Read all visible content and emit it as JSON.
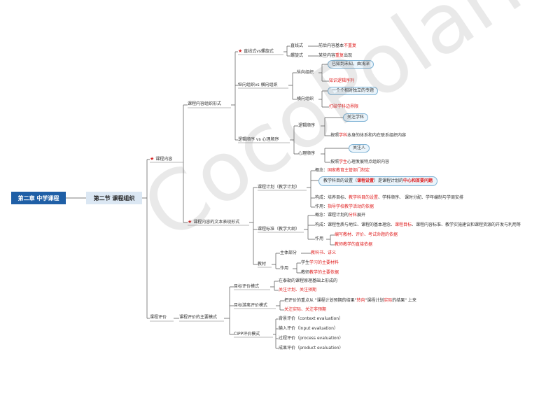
{
  "root": "第二章 中学课程",
  "section": "第二节 课程组织",
  "nodes": {
    "kc_nr": "课程内容",
    "kc_nr_zzxs": "课程内容组织形式",
    "zxs_lxs": "直线式vs螺旋式",
    "zxs": "直线式",
    "zxs_d": "前后内容基本",
    "zxs_r": "不重复",
    "lxs": "螺旋式",
    "lxs_d": "某些内容",
    "lxs_r": "重复",
    "lxs_d2": "出现",
    "zxzz": "纵向组织vs 横向组织",
    "zxzz1": "纵向组织",
    "zx_b": "已知到未知，由浅深",
    "zx_r": "知识逻辑序列",
    "hxzz": "横向组织",
    "hx_b": "一个个相对独立的专题",
    "hx_r": "打破学科边界限",
    "ljsx": "逻辑顺序 vs 心理顺序",
    "ljsx1": "逻辑顺序",
    "lj_b": "关注学科",
    "lj_d1": "按照",
    "lj_r": "学科",
    "lj_d2": "本身的体系和内在联系组织内容",
    "xlsx": "心理顺序",
    "xl_b": "关注人",
    "xl_d1": "按照",
    "xl_r": "学生",
    "xl_d2": "心理发展特点组织内容",
    "wbbx": "课程内容的文本表现形式",
    "kcjh": "课程计划（教学计划）",
    "gn": "概念：",
    "gn_r": "国家教育主管部门制定",
    "jxjh_b1": "教学科目的设置（",
    "jxjh_r1": "课程设置",
    "jxjh_b2": "）是课程计划的",
    "jxjh_r2": "中心和首要问题",
    "gc": "构成：培养目标、",
    "gc_r": "教学科目的设置",
    "gc_d": "、学科顺序、 课时分配、学年编制与学周安排",
    "zy": "作用：",
    "zy_r": "指导学校教学活动的依据",
    "kcbz": "课程标准（教学大纲）",
    "bz_gn": "概念：课程计划的",
    "bz_gn_r": "分科",
    "bz_gn_d": "展开",
    "bz_gc": "构成：课程性质与地位、课程的基本理念、",
    "bz_gc_r": "课程目标",
    "bz_gc_d": "、课程内容标准、教学实施建议和课程资源的开发与利用等",
    "bz_zy": "作用",
    "bz_zy1": "编写教材、评价、考试命题的依据",
    "bz_zy2": "教师教学的直接依据",
    "jc": "教材",
    "zt": "主体部分",
    "zt_r": "教科书、讲义",
    "jc_zy": "作用",
    "jc_zy1_d": "学生",
    "jc_zy1_r": "学习的主要材料",
    "jc_zy2_d": "教师",
    "jc_zy2_r": "教学的主要依据",
    "kcpj": "课程评价",
    "pjms": "课程评价的主要模式",
    "mbpj": "目标评价模式",
    "mb_d": "在泰勒的课程原理基础上形成的",
    "mb_r": "关注计划、关注预期",
    "mbyl": "目标游离评价模式",
    "yl_d1": "把评价的重点从 \"课程计划预期的结果\"",
    "yl_r": "转向",
    "yl_d2": "\"课程计划",
    "yl_r2": "实际",
    "yl_d3": "的结果\" 上来",
    "yl_r3": "关注实际、关注非预期",
    "cipp": "CIPP评价模式",
    "cipp1": "背景评价（context evaluation）",
    "cipp2": "输入评价（input evaluation）",
    "cipp3": "过程评价（process evaluation）",
    "cipp4": "成果评价（product evaluation）",
    "star": "★"
  },
  "watermark": "CocoPolaris",
  "colors": {
    "accent": "#1f5fa6",
    "red": "#e02020",
    "line": "#555555"
  }
}
